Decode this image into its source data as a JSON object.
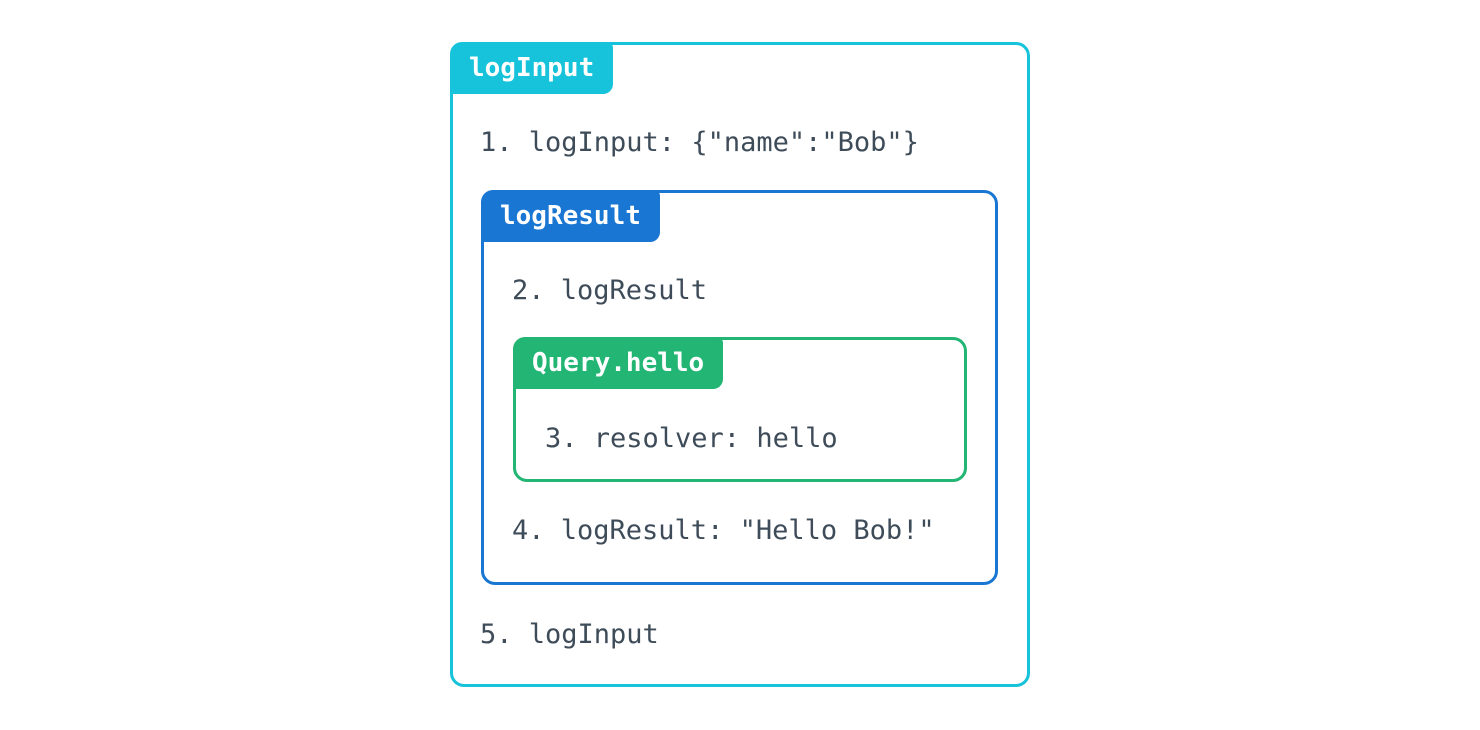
{
  "page": {
    "background": "#ffffff",
    "text_color": "#3e4c59"
  },
  "diagram": {
    "outer": {
      "label": "logInput",
      "accent": "#16c3da",
      "steps": {
        "step1": "1. logInput: {\"name\":\"Bob\"}",
        "step5": "5. logInput"
      },
      "inner": {
        "label": "logResult",
        "accent": "#1976d2",
        "steps": {
          "step2": "2. logResult",
          "step4": "4. logResult: \"Hello Bob!\""
        },
        "inner": {
          "label": "Query.hello",
          "accent": "#22b573",
          "steps": {
            "step3": "3. resolver: hello"
          }
        }
      }
    }
  }
}
